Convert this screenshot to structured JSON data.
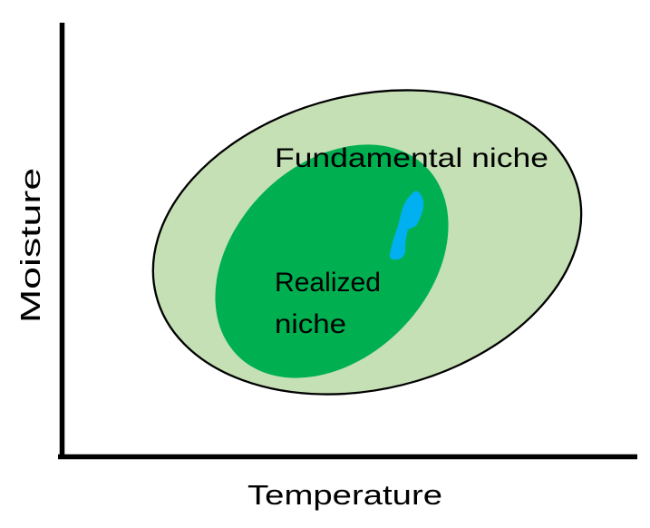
{
  "diagram": {
    "type": "ecological-niche-venn-diagram",
    "axes": {
      "y_label": "Moisture",
      "x_label": "Temperature"
    },
    "regions": {
      "fundamental_label": "Fundamental niche",
      "realized_label_line1": "Realized",
      "realized_label_line2": "niche"
    }
  },
  "colors": {
    "background": "#ffffff",
    "fundamental_fill": "#c5e0b4",
    "realized_fill": "#00b050",
    "highlight_fill": "#00b0f0",
    "outline": "#000000",
    "axis": "#000000",
    "text": "#000000"
  }
}
